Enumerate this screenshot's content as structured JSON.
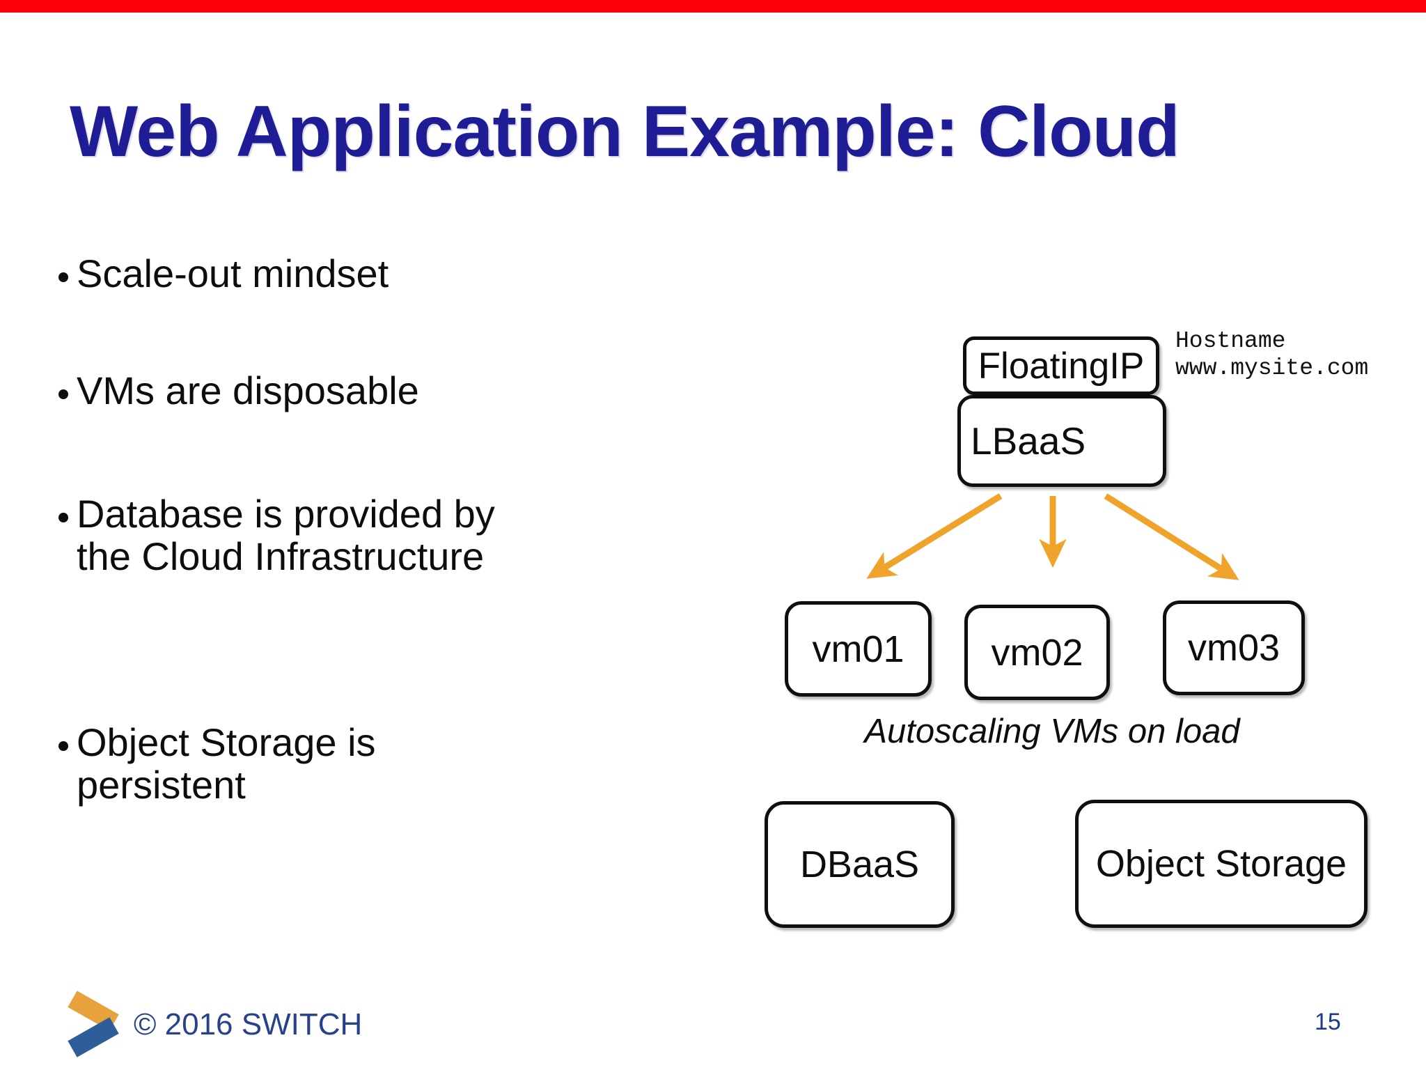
{
  "slide": {
    "title": "Web Application Example: Cloud",
    "bullets": [
      "Scale-out mindset",
      "VMs are disposable",
      "Database is provided by\nthe Cloud Infrastructure",
      "Object Storage is\npersistent"
    ]
  },
  "diagram": {
    "floating_ip_label": "FloatingIP",
    "hostname_line1": "Hostname",
    "hostname_line2": "www.mysite.com",
    "lbaas_label": "LBaaS",
    "vm_labels": [
      "vm01",
      "vm02",
      "vm03"
    ],
    "autoscaling_caption": "Autoscaling VMs on load",
    "dbaas_label": "DBaaS",
    "object_storage_label": "Object Storage",
    "arrow_color": "#EFA32B"
  },
  "footer": {
    "copyright": "© 2016 SWITCH",
    "page_number": "15"
  },
  "colors": {
    "red_bar": "#fb0107",
    "title_text": "#1f1d96",
    "footer_text": "#27418c",
    "page_number_text": "#1c3b8f",
    "logo_orange": "#E8A23C",
    "logo_blue": "#2E5E99",
    "box_border": "#0f0f0f"
  }
}
